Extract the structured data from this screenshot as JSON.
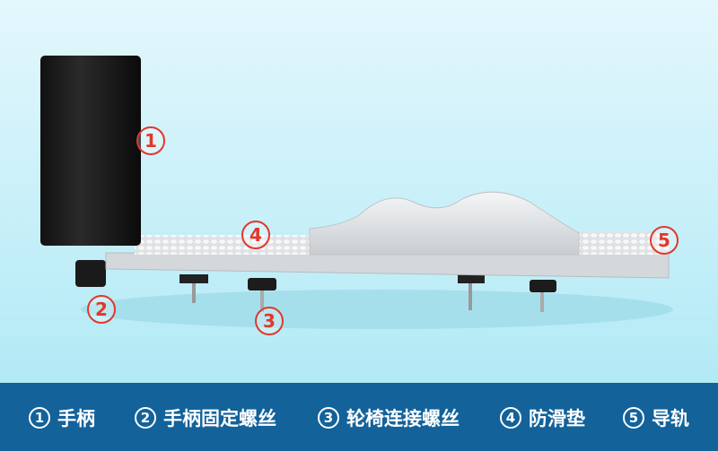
{
  "callouts": [
    "1",
    "2",
    "3",
    "4",
    "5"
  ],
  "legend": [
    {
      "num": "1",
      "label": "手柄"
    },
    {
      "num": "2",
      "label": "手柄固定螺丝"
    },
    {
      "num": "3",
      "label": "轮椅连接螺丝"
    },
    {
      "num": "4",
      "label": "防滑垫"
    },
    {
      "num": "5",
      "label": "导轨"
    }
  ],
  "colors": {
    "accent": "#e2372c",
    "legend_bg": "#13629a"
  }
}
